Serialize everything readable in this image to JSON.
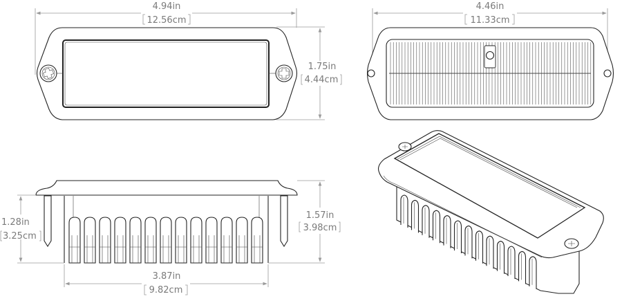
{
  "drawing": {
    "views": [
      {
        "name": "front-view",
        "width_in": "4.94in",
        "width_cm": "12.56cm",
        "height_in": "1.75in",
        "height_cm": "4.44cm"
      },
      {
        "name": "back-view",
        "width_in": "4.46in",
        "width_cm": "11.33cm"
      },
      {
        "name": "side-view",
        "depth_in": "1.28in",
        "depth_cm": "3.25cm",
        "total_depth_in": "1.57in",
        "total_depth_cm": "3.98cm",
        "body_width_in": "3.87in",
        "body_width_cm": "9.82cm"
      },
      {
        "name": "isometric-view"
      }
    ]
  },
  "colors": {
    "line": "#222222",
    "dimension": "#7a7a7a",
    "background": "#ffffff"
  }
}
